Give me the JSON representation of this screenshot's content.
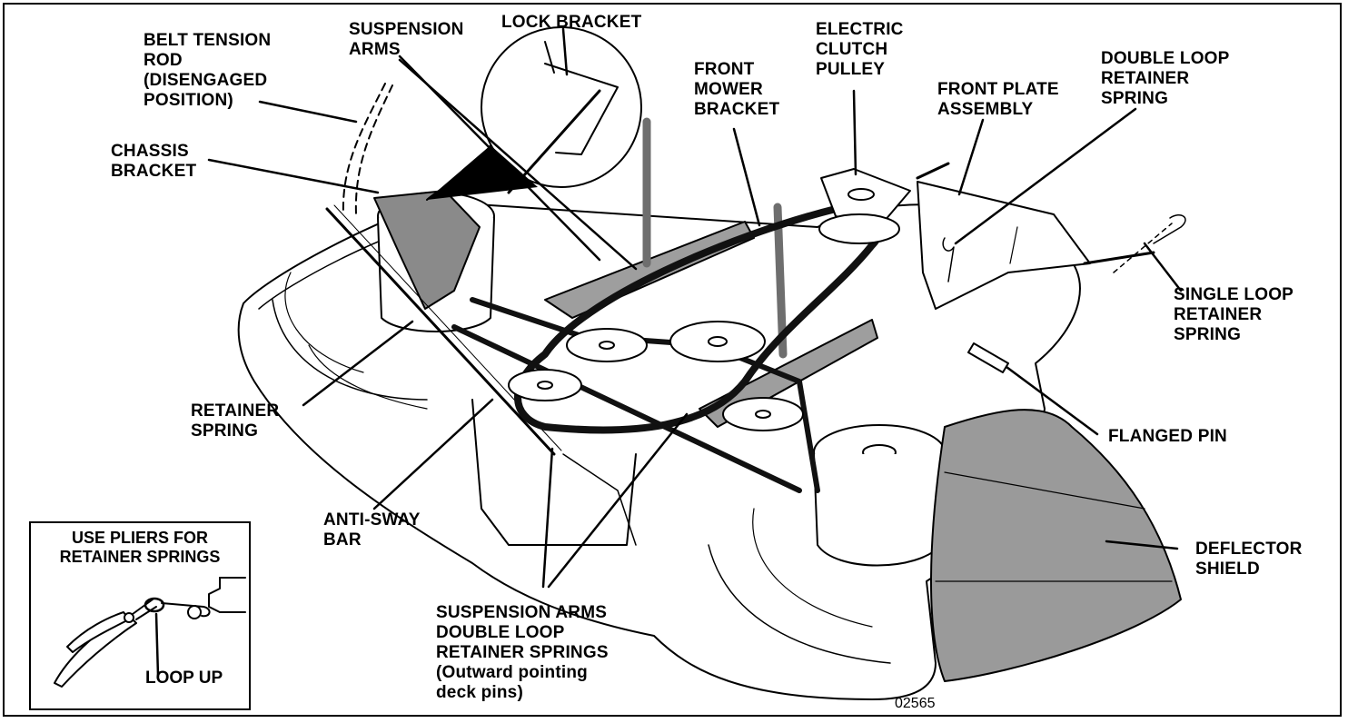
{
  "labels": {
    "belt_tension_rod": "BELT TENSION\nROD\n(DISENGAGED\nPOSITION)",
    "suspension_arms": "SUSPENSION\nARMS",
    "lock_bracket": "LOCK BRACKET",
    "electric_clutch_pulley": "ELECTRIC\nCLUTCH\nPULLEY",
    "front_mower_bracket": "FRONT\nMOWER\nBRACKET",
    "front_plate_assembly": "FRONT PLATE\nASSEMBLY",
    "double_loop_retainer_spring": "DOUBLE LOOP\nRETAINER\nSPRING",
    "chassis_bracket": "CHASSIS\nBRACKET",
    "single_loop_retainer_spring": "SINGLE LOOP\nRETAINER\nSPRING",
    "retainer_spring": "RETAINER\nSPRING",
    "flanged_pin": "FLANGED PIN",
    "anti_sway_bar": "ANTI-SWAY\nBAR",
    "deflector_shield": "DEFLECTOR\nSHIELD",
    "suspension_arms_double_loop": "SUSPENSION ARMS\nDOUBLE LOOP\nRETAINER SPRINGS",
    "outward_pointing": "(Outward pointing\ndeck pins)"
  },
  "inset": {
    "title": "USE PLIERS FOR\nRETAINER SPRINGS",
    "loop_up": "LOOP UP"
  },
  "figure_number": "02565",
  "colors": {
    "ink": "#000000",
    "arm_gray": "#9e9e9e",
    "belt_black": "#111111",
    "paper": "#ffffff"
  }
}
